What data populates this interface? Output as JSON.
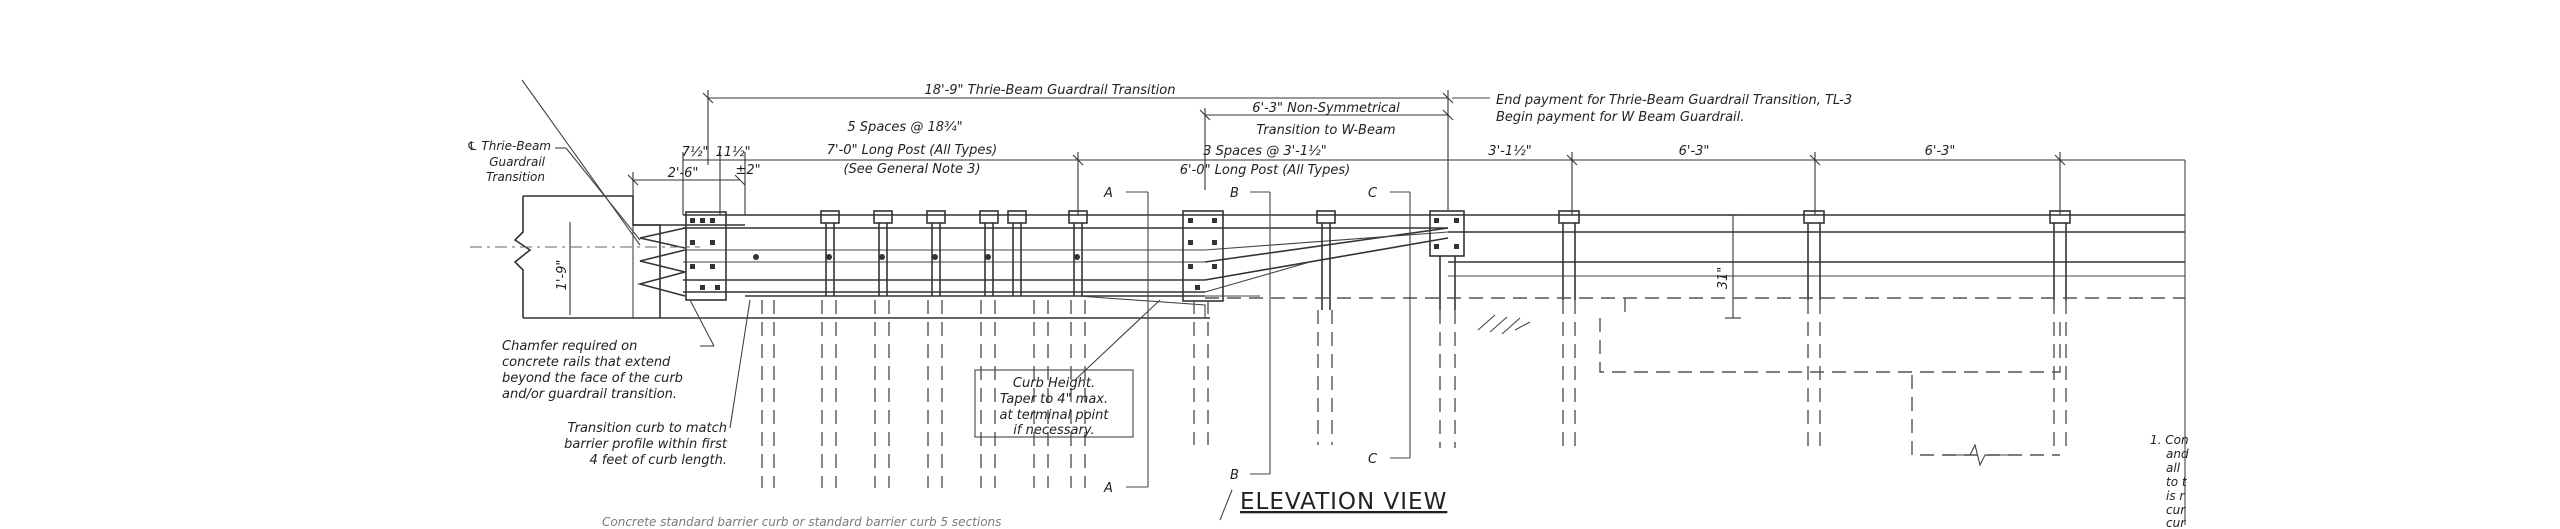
{
  "drawing": {
    "view_title": "ELEVATION VIEW",
    "dimensions": {
      "overall": "18'-9\" Thrie-Beam Guardrail Transition",
      "non_symmetrical_1": "6'-3\" Non-Symmetrical",
      "non_symmetrical_2": "Transition to W-Beam",
      "five_spaces": "5 Spaces @ 18¾\"",
      "seven_half": "7½\"",
      "eleven_half": "11½\"",
      "pm2": "±2\"",
      "two_six": "2'-6\"",
      "long_post_7_1": "7'-0\" Long Post (All Types)",
      "long_post_7_2": "(See General Note 3)",
      "three_spaces": "3 Spaces @ 3'-1½\"",
      "long_post_6": "6'-0\" Long Post (All Types)",
      "three_one_half": "3'-1½\"",
      "six_three_a": "6'-3\"",
      "six_three_b": "6'-3\"",
      "one_nine": "1'-9\"",
      "thirty_one": "31\""
    },
    "notes": {
      "end_payment_1": "End payment for Thrie-Beam Guardrail Transition, TL-3",
      "end_payment_2": "Begin payment for W Beam Guardrail.",
      "cl_1": "℄ Thrie-Beam",
      "cl_2": "Guardrail",
      "cl_3": "Transition",
      "chamfer_1": "Chamfer required on",
      "chamfer_2": "concrete rails that extend",
      "chamfer_3": "beyond the face of the curb",
      "chamfer_4": "and/or guardrail transition.",
      "curb_1": "Transition curb to match",
      "curb_2": "barrier profile within first",
      "curb_3": "4 feet of curb length.",
      "height_1": "Curb Height.",
      "height_2": "Taper to 4\" max.",
      "height_3": "at terminal point",
      "height_4": "if necessary.",
      "general_1": "1. Con",
      "general_2": "and",
      "general_3": "all",
      "general_4": "to t",
      "general_5": "is r",
      "general_6": "cur",
      "general_7": "cur",
      "bottom_cut": "Concrete standard barrier curb or standard barrier curb 5 sections"
    },
    "section_markers": {
      "a_top": "A",
      "a_bottom": "A",
      "b_top": "B",
      "b_bottom": "B",
      "c_top": "C",
      "c_bottom": "C"
    }
  }
}
